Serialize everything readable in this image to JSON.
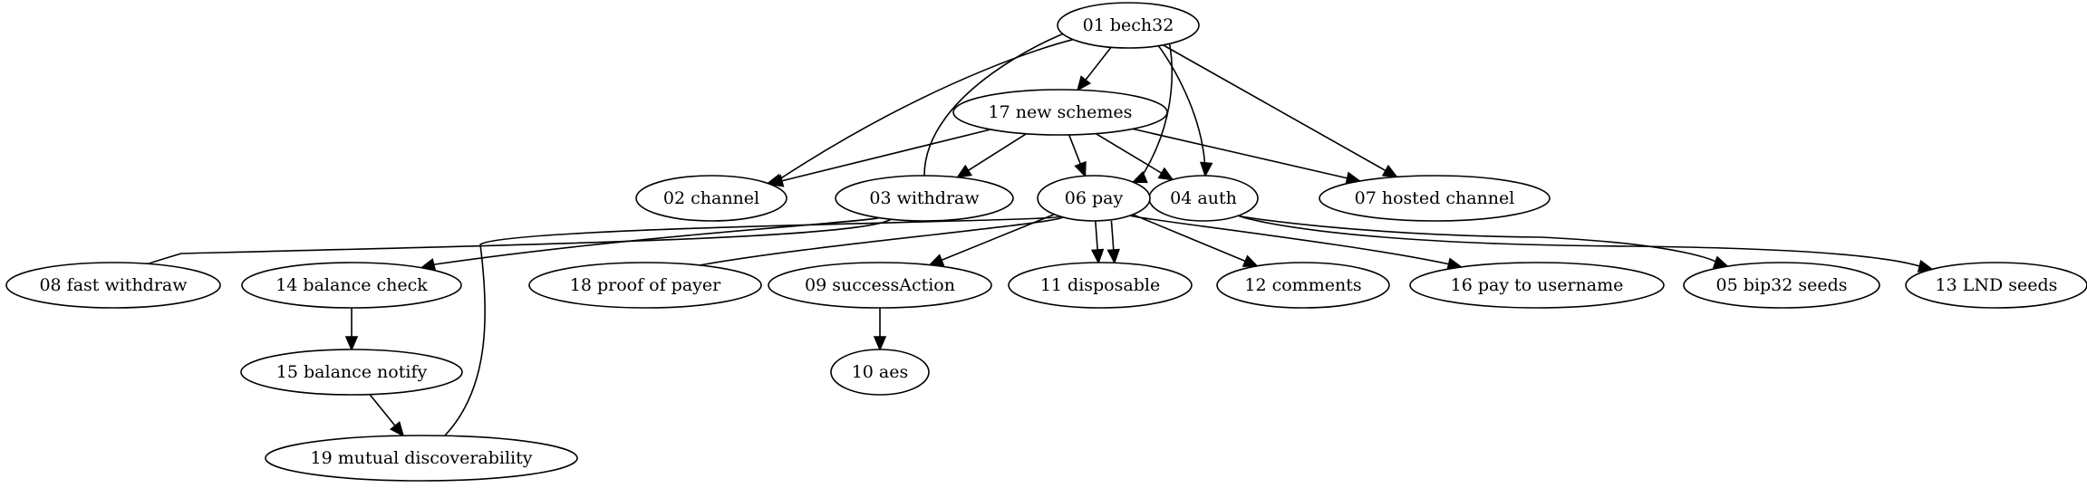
{
  "graph": {
    "nodes": {
      "n01": "01 bech32",
      "n02": "02 channel",
      "n03": "03 withdraw",
      "n04": "04 auth",
      "n05": "05 bip32 seeds",
      "n06": "06 pay",
      "n07": "07 hosted channel",
      "n08": "08 fast withdraw",
      "n09": "09 successAction",
      "n10": "10 aes",
      "n11": "11 disposable",
      "n12": "12 comments",
      "n13": "13 LND seeds",
      "n14": "14 balance check",
      "n15": "15 balance notify",
      "n16": "16 pay to username",
      "n17": "17 new schemes",
      "n18": "18 proof of payer",
      "n19": "19 mutual discoverability"
    },
    "edges": [
      {
        "from": "n01",
        "to": "n17"
      },
      {
        "from": "n01",
        "to": "n02"
      },
      {
        "from": "n01",
        "to": "n03"
      },
      {
        "from": "n01",
        "to": "n06"
      },
      {
        "from": "n01",
        "to": "n04"
      },
      {
        "from": "n01",
        "to": "n07"
      },
      {
        "from": "n17",
        "to": "n02"
      },
      {
        "from": "n17",
        "to": "n03"
      },
      {
        "from": "n17",
        "to": "n06"
      },
      {
        "from": "n17",
        "to": "n04"
      },
      {
        "from": "n17",
        "to": "n07"
      },
      {
        "from": "n03",
        "to": "n08"
      },
      {
        "from": "n03",
        "to": "n14"
      },
      {
        "from": "n06",
        "to": "n19"
      },
      {
        "from": "n06",
        "to": "n18"
      },
      {
        "from": "n06",
        "to": "n09"
      },
      {
        "from": "n06",
        "to": "n11"
      },
      {
        "from": "n06",
        "to": "n11"
      },
      {
        "from": "n06",
        "to": "n12"
      },
      {
        "from": "n06",
        "to": "n16"
      },
      {
        "from": "n04",
        "to": "n05"
      },
      {
        "from": "n04",
        "to": "n13"
      },
      {
        "from": "n14",
        "to": "n15"
      },
      {
        "from": "n15",
        "to": "n19"
      },
      {
        "from": "n09",
        "to": "n10"
      }
    ]
  }
}
